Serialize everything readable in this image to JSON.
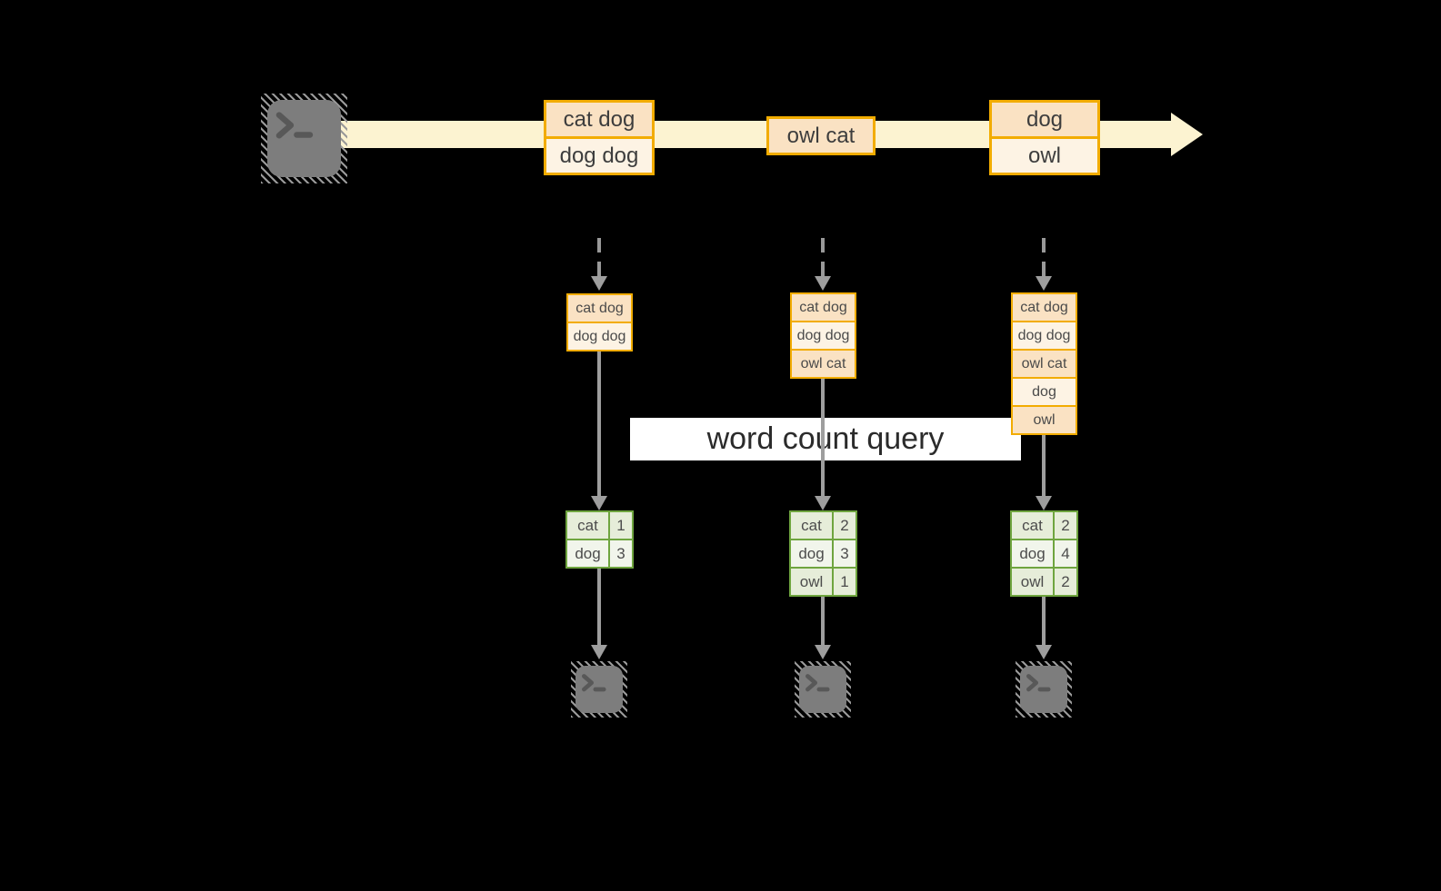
{
  "banner": {
    "label": "word count query"
  },
  "stream": {
    "events": [
      {
        "cells": [
          "cat dog",
          "dog dog"
        ]
      },
      {
        "cells": [
          "owl cat"
        ]
      },
      {
        "cells": [
          "dog",
          "owl"
        ]
      }
    ]
  },
  "columns": [
    {
      "buffer": [
        "cat dog",
        "dog dog"
      ],
      "counts": [
        {
          "word": "cat",
          "count": "1"
        },
        {
          "word": "dog",
          "count": "3"
        }
      ]
    },
    {
      "buffer": [
        "cat dog",
        "dog dog",
        "owl cat"
      ],
      "counts": [
        {
          "word": "cat",
          "count": "2"
        },
        {
          "word": "dog",
          "count": "3"
        },
        {
          "word": "owl",
          "count": "1"
        }
      ]
    },
    {
      "buffer": [
        "cat dog",
        "dog dog",
        "owl cat",
        "dog",
        "owl"
      ],
      "counts": [
        {
          "word": "cat",
          "count": "2"
        },
        {
          "word": "dog",
          "count": "4"
        },
        {
          "word": "owl",
          "count": "2"
        }
      ]
    }
  ],
  "icons": {
    "source": "terminal-icon",
    "sinks": [
      "terminal-icon",
      "terminal-icon",
      "terminal-icon"
    ]
  },
  "colors": {
    "background": "#000000",
    "stream_band": "#fcf3d1",
    "box_border": "#f2ac00",
    "box_fill_dark": "#fae2c3",
    "box_fill_light": "#fdf3e4",
    "table_border": "#6fa53f",
    "table_fill_dark": "#e6edd9",
    "table_fill_light": "#f1f5eb",
    "arrow_gray": "#9e9e9e",
    "terminal_gray": "#7d7d7d",
    "banner_bg": "#ffffff",
    "text": "#3d3d3d"
  }
}
